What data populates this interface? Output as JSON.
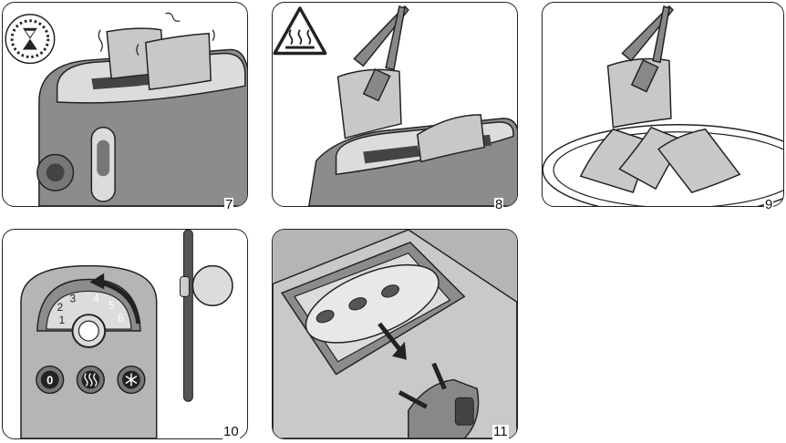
{
  "steps": [
    {
      "number": "7"
    },
    {
      "number": "8"
    },
    {
      "number": "9"
    },
    {
      "number": "10"
    },
    {
      "number": "11"
    }
  ],
  "dial": {
    "levels": [
      "1",
      "2",
      "3",
      "4",
      "5",
      "6"
    ]
  },
  "buttons": [
    {
      "label": "0",
      "icon": "stop-icon"
    },
    {
      "label": "",
      "icon": "reheat-waves-icon"
    },
    {
      "label": "",
      "icon": "defrost-snowflake-icon"
    }
  ],
  "icons": {
    "panel7": "timer-hourglass-icon",
    "panel8": "hot-surface-warning-icon"
  },
  "colors": {
    "outline": "#222222",
    "body_dark": "#8c8c8c",
    "body_mid": "#b5b5b5",
    "body_light": "#dcdcdc",
    "bread": "#c8c8c8"
  }
}
